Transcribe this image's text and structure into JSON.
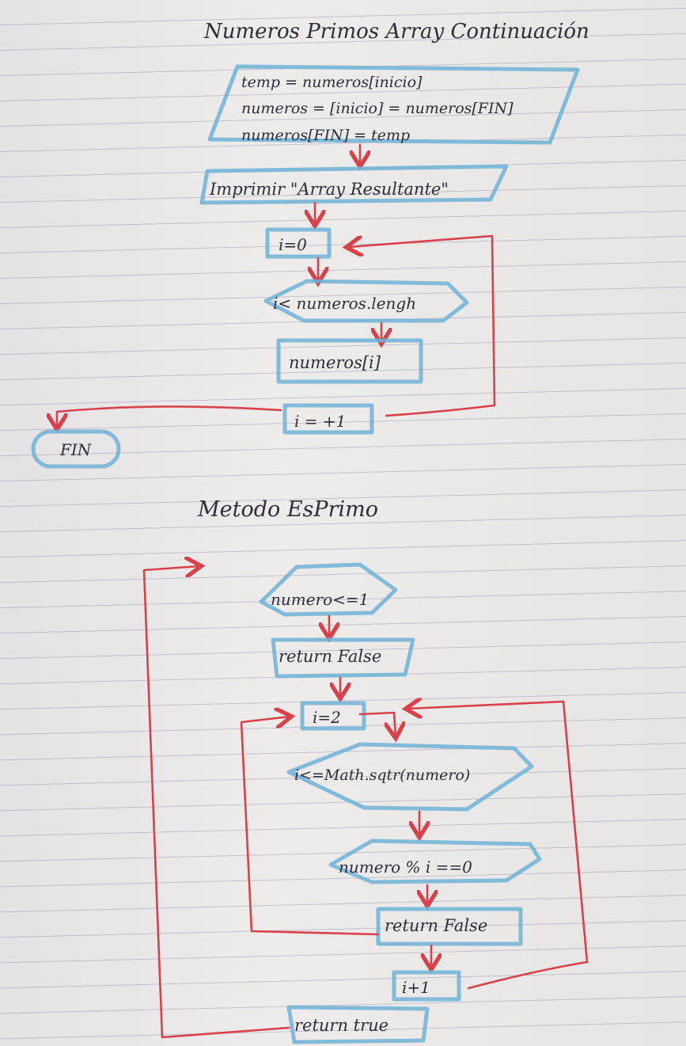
{
  "diagram": {
    "title": "Numeros Primos Array  Continuación",
    "swap_block": {
      "line1": "temp = numeros[inicio]",
      "line2": "numeros = [inicio] = numeros[FIN]",
      "line3": "numeros[FIN] = temp"
    },
    "print_step": "Imprimir \"Array Resultante\"",
    "init_i": "i=0",
    "loop_condition": "i< numeros.lengh",
    "print_element": "numeros[i]",
    "increment": "i = +1",
    "end_node": "FIN"
  },
  "method": {
    "title": "Metodo EsPrimo",
    "check_one": "numero<=1",
    "return_false_1": "return False",
    "init_i": "i=2",
    "loop_condition": "i<=Math.sqtr(numero)",
    "mod_check": "numero % i ==0",
    "return_false_2": "return False",
    "increment": "i+1",
    "return_true": "return true"
  },
  "colors": {
    "shape_stroke": "#6fb3d6",
    "arrow": "#d8414a",
    "ink": "#2e2e38"
  }
}
